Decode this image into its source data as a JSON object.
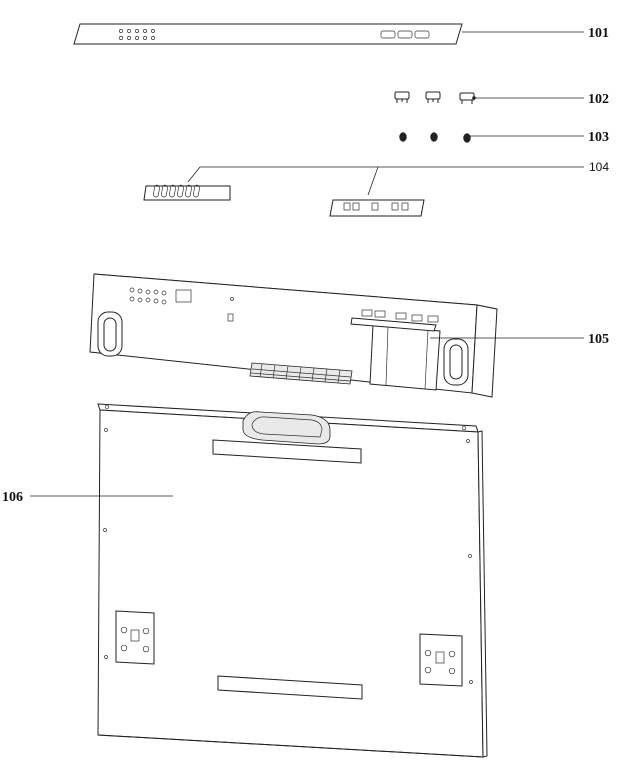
{
  "labels": {
    "p101": "101",
    "p102": "102",
    "p103": "103",
    "p104": "104",
    "p105": "105",
    "p106": "106"
  },
  "colors": {
    "line": "#222222",
    "background": "#ffffff"
  }
}
